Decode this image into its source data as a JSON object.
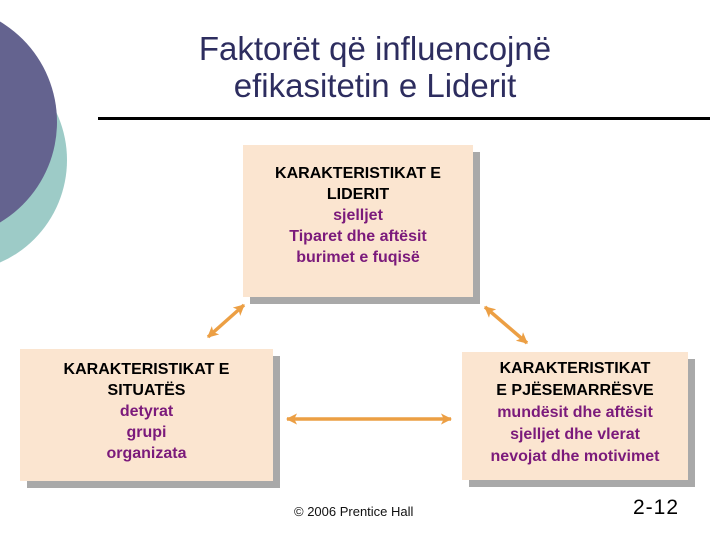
{
  "colors": {
    "title_text": "#2D2D5F",
    "divider": "#000000",
    "box_fill": "#FBE5D0",
    "box_shadow": "#A9A9A9",
    "heading_text": "#000000",
    "detail_text": "#7B1A7B",
    "arrow": "#EC9F44",
    "circle_purple": "#64638F",
    "circle_teal": "#9DCBC7"
  },
  "title": {
    "line1": "Faktorët që influencojnë",
    "line2": "efikasitetin e Liderit"
  },
  "boxes": {
    "leader": {
      "heading_lines": [
        "KARAKTERISTIKAT E",
        "LIDERIT"
      ],
      "items": [
        "sjelljet",
        "Tiparet dhe aftësit",
        "burimet e fuqisë"
      ]
    },
    "situation": {
      "heading_lines": [
        "KARAKTERISTIKAT E",
        "SITUATËS"
      ],
      "items": [
        "detyrat",
        "grupi",
        "organizata"
      ]
    },
    "participants": {
      "heading_lines": [
        "KARAKTERISTIKAT",
        "E PJËSEMARRËSVE"
      ],
      "items": [
        "mundësit dhe aftësit",
        "sjelljet dhe vlerat",
        "nevojat dhe motivimet"
      ]
    }
  },
  "footer": {
    "copyright": "© 2006 Prentice Hall",
    "page_number": "2-12"
  }
}
